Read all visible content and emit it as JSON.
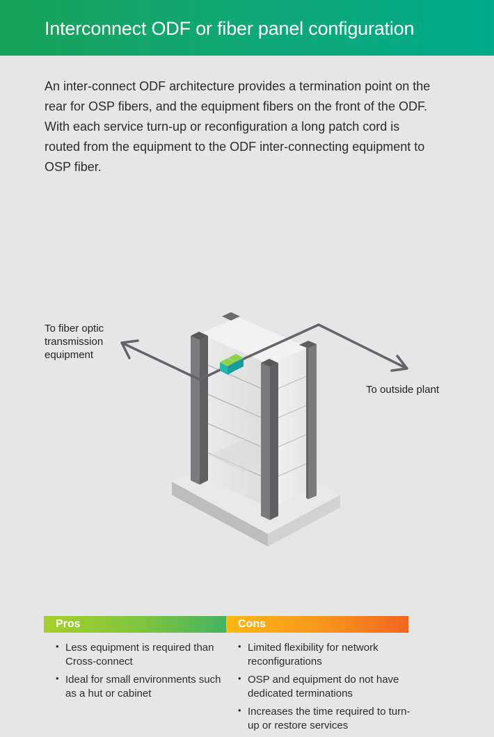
{
  "header": {
    "title": "Interconnect ODF or fiber panel configuration"
  },
  "intro": {
    "text": "An inter-connect ODF architecture provides a termination point on the rear for OSP fibers, and the equipment fibers on the front of the ODF. With each service turn-up or reconfiguration a long patch cord is routed from the equipment to the ODF inter-connecting equipment to OSP fiber."
  },
  "diagram": {
    "label_left_lines": [
      "To fiber optic",
      "transmission",
      "equipment"
    ],
    "label_right": "To outside plant",
    "colors": {
      "cable": "#64626a",
      "post": "#7b7b7e",
      "connector_teal": "#26b5b3",
      "connector_green": "#8ed14a"
    }
  },
  "pros": {
    "heading": "Pros",
    "items": [
      "Less equipment is required than Cross-connect",
      "Ideal for small environments such as a hut or cabinet"
    ]
  },
  "cons": {
    "heading": "Cons",
    "items": [
      "Limited flexibility for network reconfigurations",
      "OSP and equipment do not have dedicated terminations",
      "Increases the time required to turn-up or restore services"
    ]
  }
}
